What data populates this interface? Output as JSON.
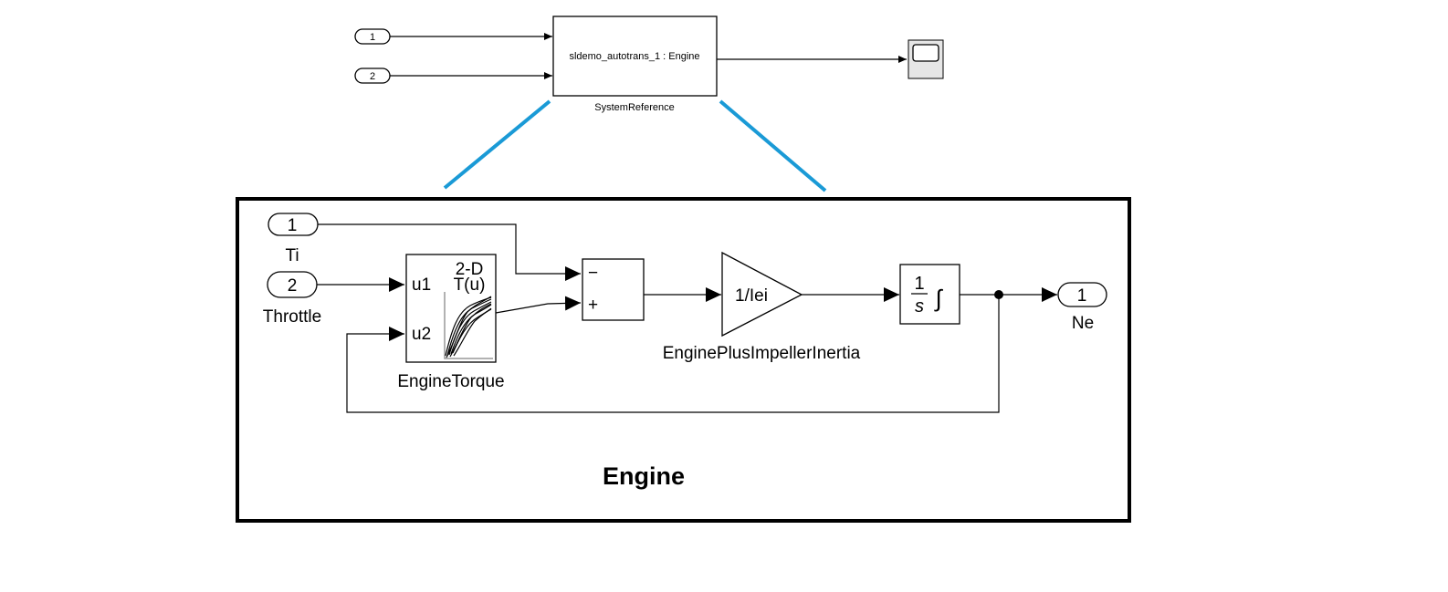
{
  "top_model": {
    "inports": [
      "1",
      "2"
    ],
    "subsystem_label": "sldemo_autotrans_1 : Engine",
    "subsystem_caption": "SystemReference"
  },
  "engine_subsystem": {
    "title": "Engine",
    "inports": [
      {
        "number": "1",
        "label": "Ti"
      },
      {
        "number": "2",
        "label": "Throttle"
      }
    ],
    "lookup_table": {
      "header_line1": "2-D",
      "header_line2": "T(u)",
      "input1": "u1",
      "input2": "u2",
      "caption": "EngineTorque"
    },
    "sum_block": {
      "sign_top": "−",
      "sign_bottom": "+"
    },
    "gain_block": {
      "value": "1/Iei",
      "caption": "EnginePlusImpellerInertia"
    },
    "integrator_block": {
      "numerator": "1",
      "denominator": "s",
      "symbol": "∫"
    },
    "outport": {
      "number": "1",
      "label": "Ne"
    }
  }
}
